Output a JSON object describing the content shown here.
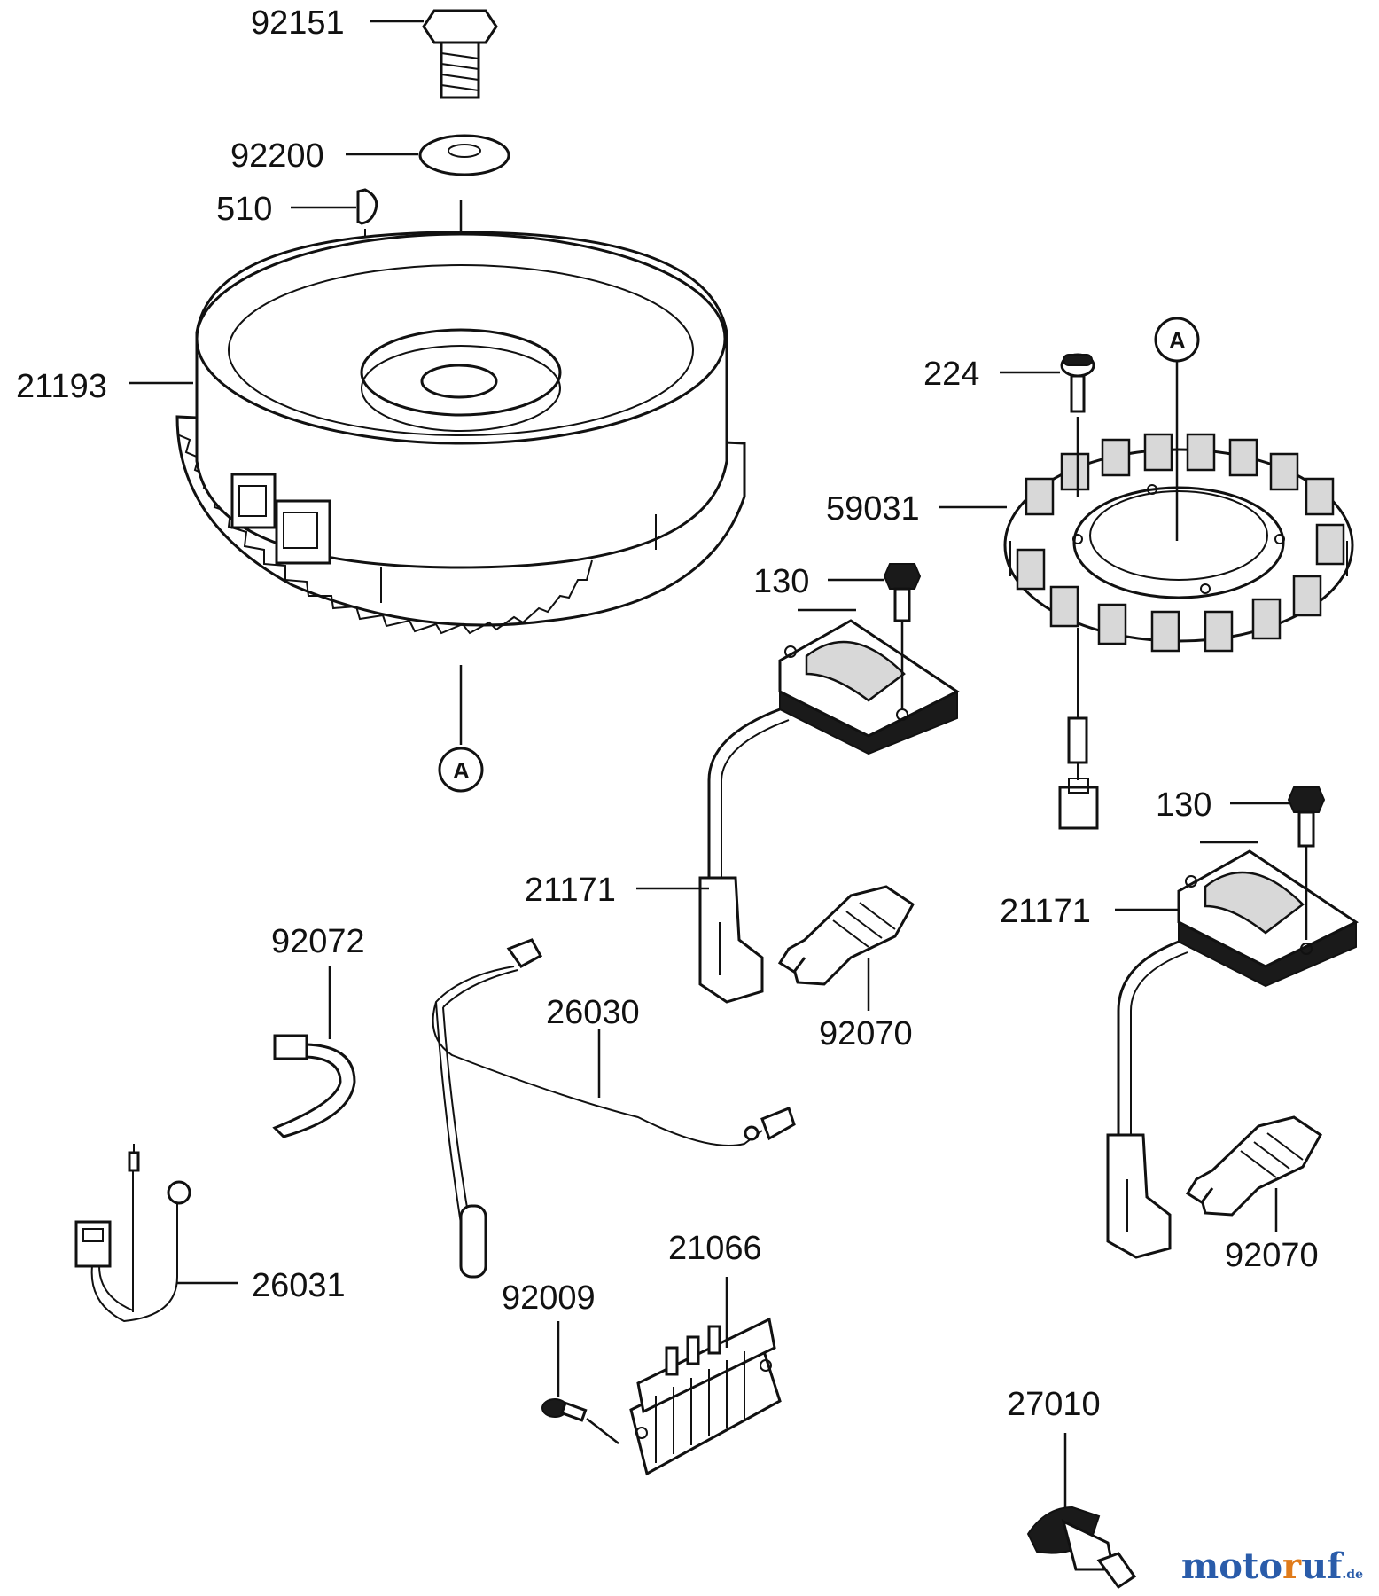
{
  "parts": {
    "p92151": "92151",
    "p92200": "92200",
    "p510": "510",
    "p21193": "21193",
    "p224": "224",
    "p59031": "59031",
    "p130_a": "130",
    "p130_b": "130",
    "p21171_a": "21171",
    "p21171_b": "21171",
    "p92070_a": "92070",
    "p92070_b": "92070",
    "p92072": "92072",
    "p26030": "26030",
    "p26031": "26031",
    "p21066": "21066",
    "p92009": "92009",
    "p27010": "27010"
  },
  "refs": {
    "a1": "A",
    "a2": "A"
  },
  "watermark": {
    "mot": "moto",
    "r": "r",
    "uf": "uf",
    "tld": ".de"
  },
  "colors": {
    "ink": "#111111",
    "watermark_blue": "#2a5caa",
    "watermark_orange": "#e07b1a"
  }
}
